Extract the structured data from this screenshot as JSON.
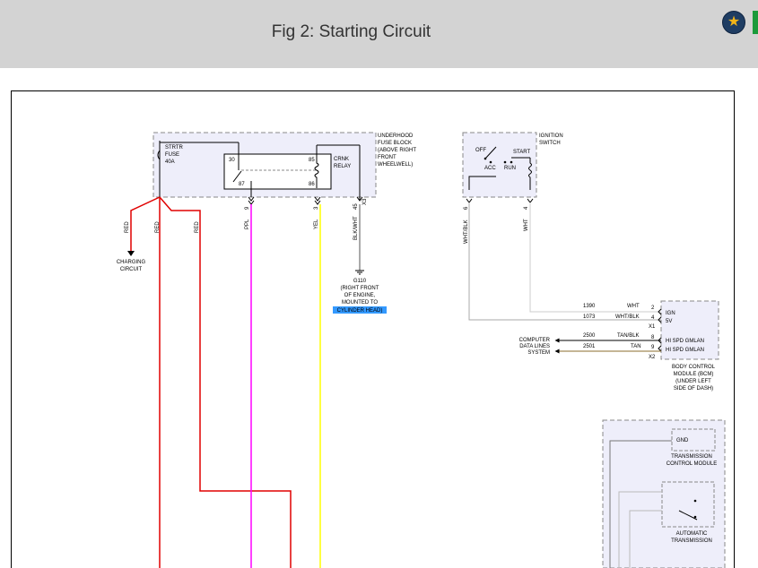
{
  "header": {
    "title": "Fig 2: Starting Circuit"
  },
  "icons": {
    "favorite": "star-icon"
  },
  "colors": {
    "header_bg": "#d3d3d3",
    "red": "#e00000",
    "ppl": "#ff00ff",
    "yel": "#ffff00",
    "highlight": "#3399ff",
    "star": "#f2b418",
    "tab": "#1c9a3b"
  },
  "diagram": {
    "fuse_block": {
      "line1": "UNDERHOOD",
      "line2": "FUSE BLOCK",
      "line3": "(ABOVE RIGHT",
      "line4": "FRONT",
      "line5": "WHEELWELL)"
    },
    "fuse": {
      "line1": "STRTR",
      "line2": "FUSE",
      "line3": "40A"
    },
    "relay": {
      "line1": "CRNK",
      "line2": "RELAY",
      "p30": "30",
      "p85": "85",
      "p87": "87",
      "p86": "86"
    },
    "connector_x3": "X3",
    "wires": {
      "red1": "RED",
      "red2": "RED",
      "red3": "RED",
      "ppl": "PPL",
      "ppl_pin": "9",
      "yel": "YEL",
      "yel_pin": "3",
      "blk": "BLK/WHT",
      "blk_pin": "45",
      "whtblk": "WHT/BLK",
      "whtblk_pin": "6",
      "wht": "WHT",
      "wht_pin": "4"
    },
    "charging": {
      "line1": "CHARGING",
      "line2": "CIRCUIT"
    },
    "ground": {
      "line1": "G110",
      "line2": "(RIGHT FRONT",
      "line3": "OF ENGINE,",
      "line4": "MOUNTED TO",
      "line5": "CYLINDER HEAD)"
    },
    "ignition": {
      "line1": "IGNITION",
      "line2": "SWITCH",
      "off": "OFF",
      "start": "START",
      "acc": "ACC",
      "run": "RUN"
    },
    "bcm": {
      "circ1": "1390",
      "color1": "WHT",
      "pin1": "2",
      "label1": "IGN",
      "circ2": "1073",
      "color2": "WHT/BLK",
      "pin2": "4",
      "label2": "5V",
      "conn1": "X1",
      "circ3": "2500",
      "color3": "TAN/BLK",
      "pin3": "8",
      "label3": "HI SPD GMLAN",
      "circ4": "2501",
      "color4": "TAN",
      "pin4": "9",
      "label4": "HI SPD GMLAN",
      "conn2": "X2",
      "name1": "BODY CONTROL",
      "name2": "MODULE (BCM)",
      "name3": "(UNDER LEFT",
      "name4": "SIDE OF DASH)"
    },
    "data_lines": {
      "line1": "COMPUTER",
      "line2": "DATA LINES",
      "line3": "SYSTEM"
    },
    "tcm": {
      "gnd": "GND",
      "line1": "TRANSMISSION",
      "line2": "CONTROL MODULE"
    },
    "trans": {
      "line1": "AUTOMATIC",
      "line2": "TRANSMISSION"
    }
  }
}
